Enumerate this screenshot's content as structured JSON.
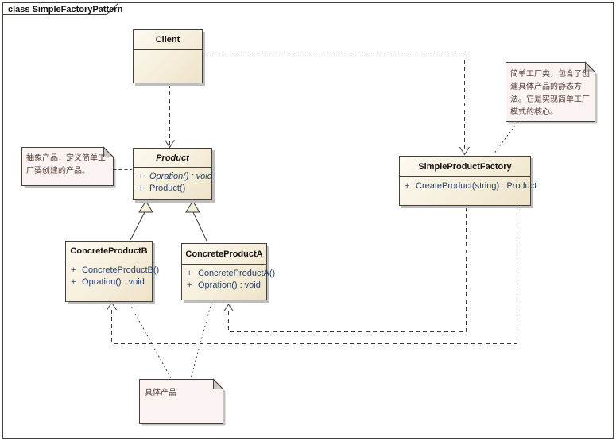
{
  "frame": {
    "label": "class SimpleFactoryPattern"
  },
  "colors": {
    "background": "#ffffff",
    "class_fill_light": "#fdfaf2",
    "class_fill_dark": "#eee3c9",
    "class_border": "#45413a",
    "drop_shadow": "#bdbdbd",
    "title_text": "#14120f",
    "method_text": "#29436b",
    "note_fill": "#fbf3f1",
    "note_fold": "#ccc5c3",
    "note_text": "#574139"
  },
  "classes": {
    "client": {
      "name": "Client",
      "methods": []
    },
    "product": {
      "name": "Product",
      "abstract": true,
      "methods": [
        {
          "vis": "+",
          "sig": "Opration() : void",
          "abstract": true
        },
        {
          "vis": "+",
          "sig": "Product()",
          "abstract": false
        }
      ]
    },
    "factory": {
      "name": "SimpleProductFactory",
      "methods": [
        {
          "vis": "+",
          "sig": "CreateProduct(string) : Product",
          "abstract": false
        }
      ]
    },
    "concreteB": {
      "name": "ConcreteProductB",
      "methods": [
        {
          "vis": "+",
          "sig": "ConcreteProductB()",
          "abstract": false
        },
        {
          "vis": "+",
          "sig": "Opration() : void",
          "abstract": false
        }
      ]
    },
    "concreteA": {
      "name": "ConcreteProductA",
      "methods": [
        {
          "vis": "+",
          "sig": "ConcreteProductA()",
          "abstract": false
        },
        {
          "vis": "+",
          "sig": "Opration() : void",
          "abstract": false
        }
      ]
    }
  },
  "notes": {
    "abstract_product": "抽象产品，定义简单工厂要创建的产品。",
    "factory_note": "简单工厂类，包含了创建具体产品的静态方法。它是实现简单工厂模式的核心。",
    "concrete_product": "具体产品"
  },
  "relationships": [
    {
      "type": "dependency",
      "from": "Client",
      "to": "Product"
    },
    {
      "type": "dependency",
      "from": "Client",
      "to": "SimpleProductFactory"
    },
    {
      "type": "generalization",
      "from": "ConcreteProductB",
      "to": "Product"
    },
    {
      "type": "generalization",
      "from": "ConcreteProductA",
      "to": "Product"
    },
    {
      "type": "dependency",
      "from": "SimpleProductFactory",
      "to": "ConcreteProductA"
    },
    {
      "type": "dependency",
      "from": "SimpleProductFactory",
      "to": "ConcreteProductB"
    }
  ]
}
